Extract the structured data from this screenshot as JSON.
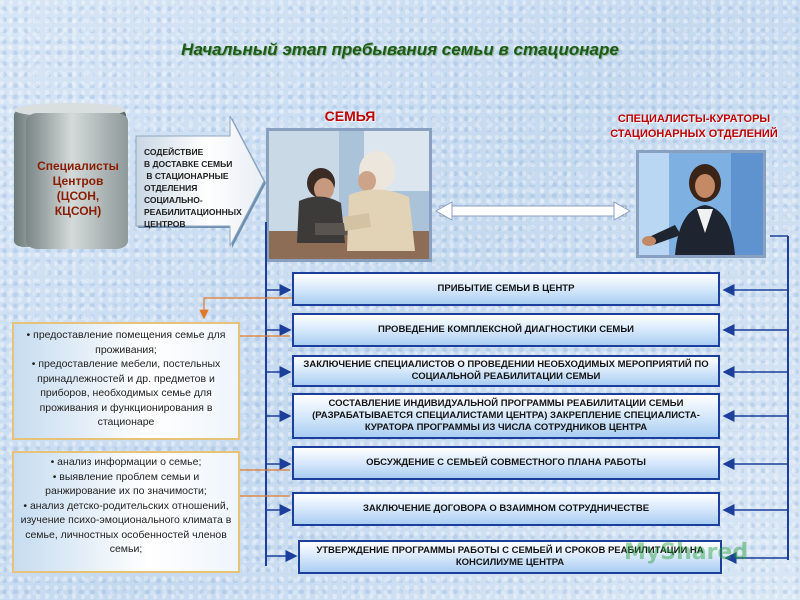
{
  "title": "Начальный этап пребывания семьи в стационаре",
  "cylinder_lines": [
    "Специалисты",
    "Центров",
    "(ЦСОН,",
    "КЦСОН)"
  ],
  "arrow_lines": [
    "СОДЕЙСТВИЕ",
    "В ДОСТАВКЕ СЕМЬИ",
    " В СТАЦИОНАРНЫЕ",
    "ОТДЕЛЕНИЯ",
    "СОЦИАЛЬНО-",
    "РЕАБИЛИТАЦИОННЫХ",
    "ЦЕНТРОВ"
  ],
  "family_label": "СЕМЬЯ",
  "specialists_label_lines": [
    "СПЕЦИАЛИСТЫ-КУРАТОРЫ",
    "СТАЦИОНАРНЫХ ОТДЕЛЕНИЙ"
  ],
  "steps": [
    "ПРИБЫТИЕ СЕМЬИ В ЦЕНТР",
    "ПРОВЕДЕНИЕ КОМПЛЕКСНОЙ ДИАГНОСТИКИ СЕМЬИ",
    "ЗАКЛЮЧЕНИЕ СПЕЦИАЛИСТОВ О ПРОВЕДЕНИИ НЕОБХОДИМЫХ МЕРОПРИЯТИЙ ПО СОЦИАЛЬНОЙ РЕАБИЛИТАЦИИ СЕМЬИ",
    "СОСТАВЛЕНИЕ ИНДИВИДУАЛЬНОЙ ПРОГРАММЫ РЕАБИЛИТАЦИИ СЕМЬИ (РАЗРАБАТЫВАЕТСЯ СПЕЦИАЛИСТАМИ ЦЕНТРА) ЗАКРЕПЛЕНИЕ СПЕЦИАЛИСТА-КУРАТОРА ПРОГРАММЫ ИЗ ЧИСЛА СОТРУДНИКОВ ЦЕНТРА",
    "ОБСУЖДЕНИЕ С СЕМЬЕЙ СОВМЕСТНОГО ПЛАНА РАБОТЫ",
    "ЗАКЛЮЧЕНИЕ ДОГОВОРА О ВЗАИМНОМ СОТРУДНИЧЕСТВЕ",
    "УТВЕРЖДЕНИЕ ПРОГРАММЫ РАБОТЫ С СЕМЬЕЙ И СРОКОВ РЕАБИЛИТАЦИИ НА КОНСИЛИУМЕ ЦЕНТРА"
  ],
  "info_box_1": [
    "• предоставление помещения семье для проживания;",
    "• предоставление мебели, постельных принадлежностей и др. предметов и приборов, необходимых семье для проживания и функционирования в стационаре"
  ],
  "info_box_2": [
    "• анализ информации о семье;",
    "• выявление проблем семьи и ранжирование их по значимости;",
    "• анализ детско-родительских отношений, изучение психо-эмоционального климата в семье, личностных особенностей членов семьи;"
  ],
  "watermark": "MyShared",
  "colors": {
    "title": "#1a5c16",
    "header_red": "#c00000",
    "connector_blue": "#1b3f9a",
    "connector_orange": "#e07a2a"
  }
}
